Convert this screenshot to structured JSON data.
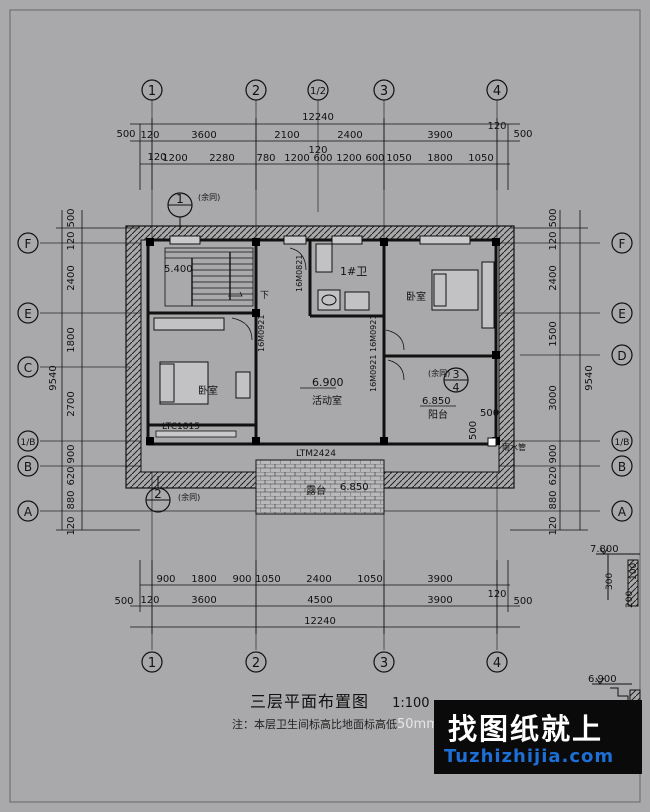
{
  "drawing": {
    "title": "三层平面布置图",
    "scale": "1:100",
    "note_prefix": "注：本层卫生间标高比地面标高低",
    "note_suffix": "50mm"
  },
  "axes": {
    "columns": [
      "1",
      "2",
      "1/2",
      "3",
      "4"
    ],
    "rows": [
      "F",
      "E",
      "C",
      "D",
      "1/B",
      "B",
      "A"
    ]
  },
  "dimensions": {
    "top_total": "12240",
    "top_row1": [
      "500",
      "120",
      "3600",
      "2100",
      "2400",
      "3900",
      "120",
      "500"
    ],
    "top_row2": [
      "120",
      "1200",
      "2280",
      "780",
      "1200",
      "600",
      "1200",
      "600",
      "1050",
      "1800",
      "1050"
    ],
    "top_small": "120",
    "bottom_row1": [
      "900",
      "1800",
      "900",
      "1050",
      "2400",
      "1050",
      "3900"
    ],
    "bottom_row2": [
      "500",
      "120",
      "3600",
      "4500",
      "3900",
      "120",
      "500"
    ],
    "bottom_total": "12240",
    "left_side": [
      "500",
      "120",
      "2400",
      "1800",
      "9540",
      "2700",
      "900",
      "620",
      "880",
      "120"
    ],
    "right_side": [
      "500",
      "120",
      "2400",
      "1500",
      "9540",
      "3000",
      "900",
      "620",
      "880",
      "120"
    ]
  },
  "rooms": {
    "stair_elev": "5.400",
    "stair_down": "下",
    "bath": "1#卫",
    "bedroom_ne": "卧室",
    "bedroom_w": "卧室",
    "activity": "活动室",
    "activity_elev": "6.900",
    "balcony": "阳台",
    "balcony_elev": "6.850",
    "terrace": "露台",
    "terrace_elev": "6.850",
    "drain": "雨水管",
    "balcony_dim": "500",
    "balcony_dim2": "500"
  },
  "labels": {
    "door_bath": "16M0821",
    "door_w": "16M0921",
    "door_act1": "16M0921",
    "door_act2": "16M0921",
    "window_ltc": "LTC1815",
    "window_ltm": "LTM2424"
  },
  "callouts": {
    "c1_num": "1",
    "c1_note": "(余同)",
    "c2_num": "2",
    "c2_note": "(余同)",
    "c3_top": "3",
    "c3_bottom": "4",
    "c3_note": "(余同)"
  },
  "details": {
    "elev_1": "7.800",
    "dim_300": "300",
    "dim_200": "200",
    "dim_100": "100",
    "elev_2": "6.900"
  },
  "watermark": {
    "chinese": "找图纸就上",
    "url": "Tuzhizhijia.com"
  }
}
